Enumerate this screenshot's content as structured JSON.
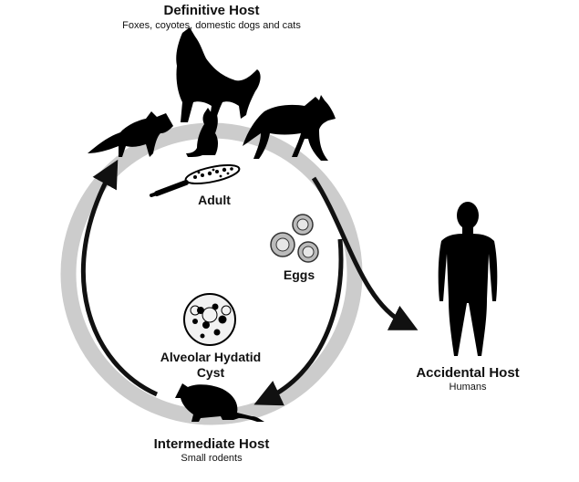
{
  "definitive_host": {
    "title": "Definitive Host",
    "subtitle": "Foxes, coyotes, domestic dogs and cats"
  },
  "intermediate_host": {
    "title": "Intermediate Host",
    "subtitle": "Small rodents"
  },
  "accidental_host": {
    "title": "Accidental Host",
    "subtitle": "Humans"
  },
  "stages": {
    "adult": "Adult",
    "eggs": "Eggs",
    "cyst_line1": "Alveolar Hydatid",
    "cyst_line2": "Cyst"
  },
  "colors": {
    "cycle_ring": "#cccccc",
    "arrows": "#111111",
    "silhouettes": "#000000"
  }
}
